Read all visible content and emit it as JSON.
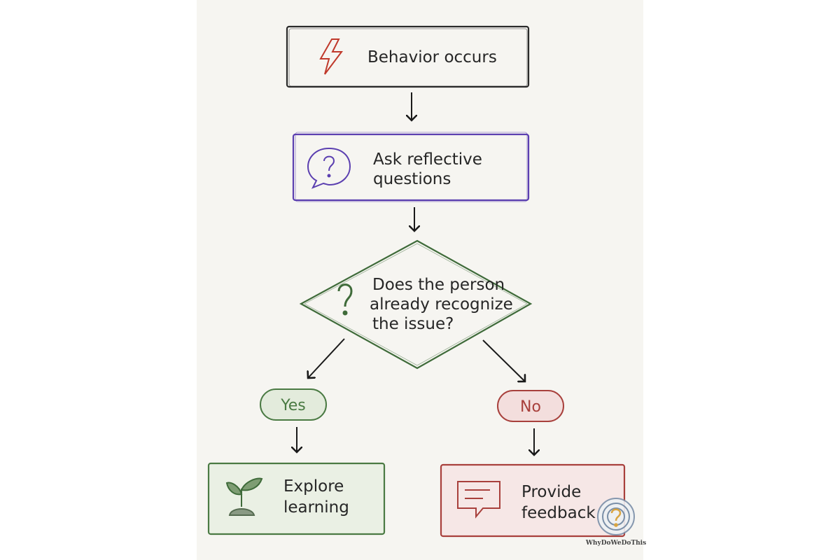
{
  "steps": {
    "behavior": {
      "line1": "Behavior occurs",
      "icon": "lightning-icon",
      "color": "#c0392b"
    },
    "ask": {
      "line1": "Ask reflective",
      "line2": "questions",
      "icon": "question-bubble-icon",
      "color": "#5b3fb0"
    },
    "decision": {
      "line1": "Does the person",
      "line2": "already recognize",
      "line3": "the issue?",
      "icon": "question-mark-icon",
      "color": "#3f6b3a"
    },
    "yes": {
      "label": "Yes",
      "color": "#4a7a43"
    },
    "no": {
      "label": "No",
      "color": "#a8403c"
    },
    "explore": {
      "line1": "Explore",
      "line2": "learning",
      "icon": "sprout-icon",
      "color": "#4a7a43"
    },
    "feedback": {
      "line1": "Provide",
      "line2": "feedback",
      "icon": "chat-lines-icon",
      "color": "#a8403c"
    }
  },
  "watermark": {
    "text": "WhyDoWeDoThis",
    "icon": "maze-question-icon"
  }
}
